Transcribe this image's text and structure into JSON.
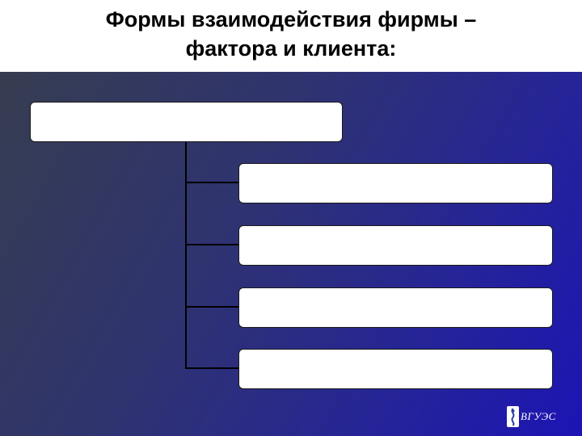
{
  "title": {
    "line1": "Формы взаимодействия фирмы –",
    "line2": "фактора и клиента:"
  },
  "diagram": {
    "root_box": {
      "label": ""
    },
    "child_boxes": [
      {
        "label": ""
      },
      {
        "label": ""
      },
      {
        "label": ""
      },
      {
        "label": ""
      }
    ]
  },
  "logo": {
    "text": "ВГУЭС",
    "icon": "university-emblem-icon"
  },
  "colors": {
    "background_start": "#363d50",
    "background_end": "#1c14b4",
    "box_fill": "#ffffff",
    "connector": "#000000"
  }
}
